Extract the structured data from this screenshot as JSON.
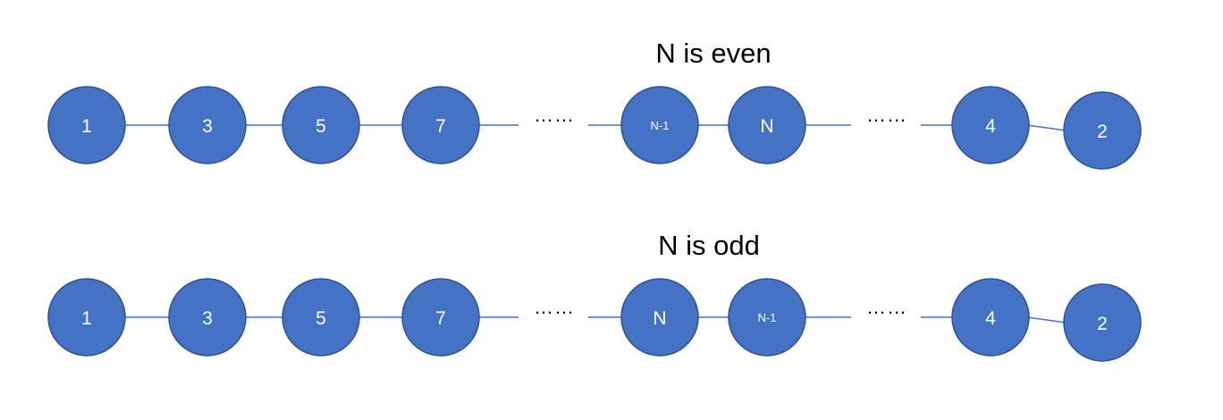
{
  "colors": {
    "node_fill": "#4472C4",
    "node_stroke": "#2F528F",
    "edge": "#4472C4",
    "label": "#FFFFFF"
  },
  "rows": [
    {
      "id": "even",
      "title": "N is even",
      "nodes": [
        "1",
        "3",
        "5",
        "7",
        "N-1",
        "N",
        "4",
        "2"
      ],
      "ellipses": [
        "……",
        "……"
      ]
    },
    {
      "id": "odd",
      "title": "N is odd",
      "nodes": [
        "1",
        "3",
        "5",
        "7",
        "N",
        "N-1",
        "4",
        "2"
      ],
      "ellipses": [
        "……",
        "……"
      ]
    }
  ]
}
